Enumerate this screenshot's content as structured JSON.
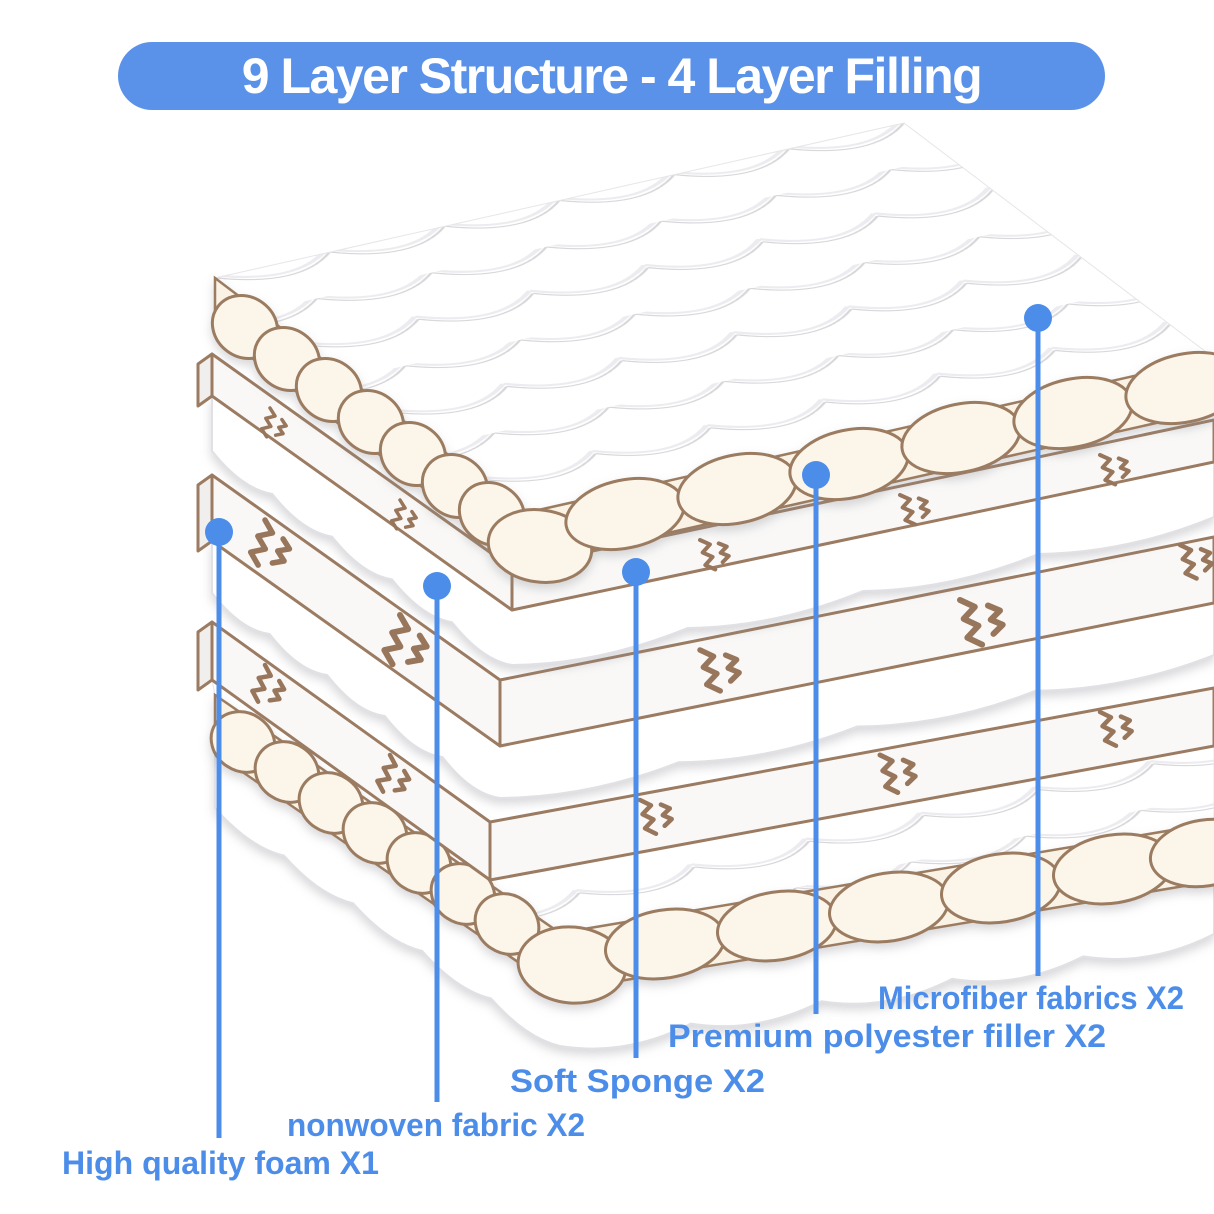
{
  "title": {
    "text": "9 Layer Structure - 4 Layer Filling"
  },
  "callouts": [
    {
      "id": "foam",
      "label": "High quality foam X1"
    },
    {
      "id": "nonwoven",
      "label": "nonwoven fabric X2"
    },
    {
      "id": "sponge",
      "label": "Soft Sponge X2"
    },
    {
      "id": "polyester",
      "label": "Premium polyester filler X2"
    },
    {
      "id": "microfiber",
      "label": "Microfiber fabrics X2"
    }
  ],
  "colors": {
    "accent_blue": "#4C8DE9",
    "title_bg": "#5A92E9",
    "title_text": "#FFFFFF",
    "outline_brown": "#9B7B61",
    "quilt_cream": "#FAF3E5",
    "slab_white": "#F9F8F7",
    "quilt_seam_gray": "#D8D6D9"
  }
}
